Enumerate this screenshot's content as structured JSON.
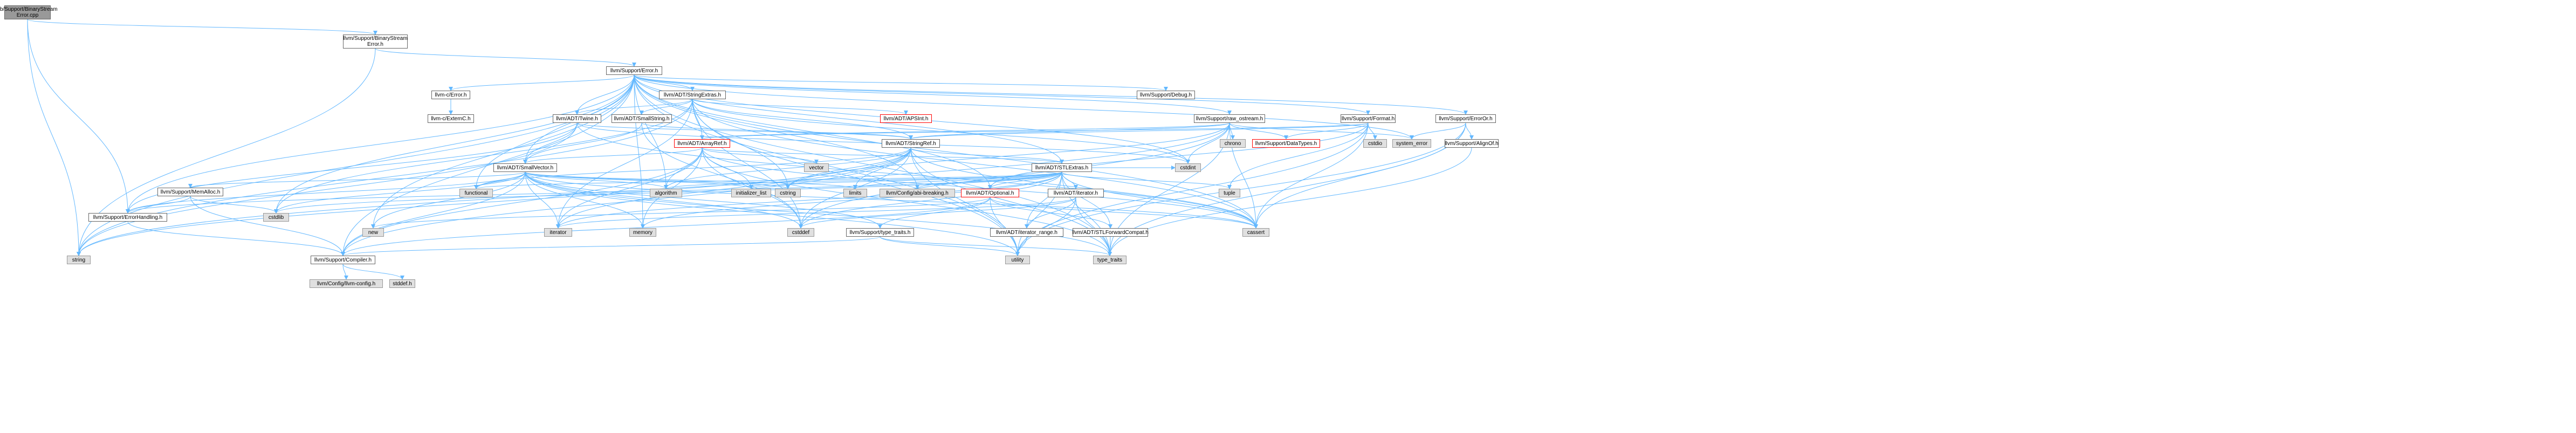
{
  "title": "lib/Support/BinaryStreamError.cpp include dependency graph",
  "colors": {
    "edge": "#63b8ff",
    "root_fill": "#999999",
    "system_fill": "#e0e0e0",
    "file_fill": "#ffffff",
    "warning_border": "#ff0000"
  },
  "nodes": {
    "root": "lib/Support/BinaryStream\nError.cpp",
    "bse_h": "llvm/Support/BinaryStream\nError.h",
    "error_h": "llvm/Support/Error.h",
    "c_error": "llvm-c/Error.h",
    "c_externc": "llvm-c/ExternC.h",
    "stringextras": "llvm/ADT/StringExtras.h",
    "apsint": "llvm/ADT/APSInt.h",
    "twine": "llvm/ADT/Twine.h",
    "smallstring": "llvm/ADT/SmallString.h",
    "arrayref": "llvm/ADT/ArrayRef.h",
    "stringref": "llvm/ADT/StringRef.h",
    "smallvector": "llvm/ADT/SmallVector.h",
    "memalloc": "llvm/Support/MemAlloc.h",
    "errorhandling": "llvm/Support/ErrorHandling.h",
    "compiler": "llvm/Support/Compiler.h",
    "llvm_config": "llvm/Config/llvm-config.h",
    "stddef": "stddef.h",
    "string": "string",
    "cstdlib": "cstdlib",
    "new": "new",
    "algorithm": "algorithm",
    "functional": "functional",
    "initializer_list": "initializer_list",
    "iterator": "iterator",
    "memory": "memory",
    "cstring": "cstring",
    "vector": "vector",
    "cstddef": "cstddef",
    "cassert": "cassert",
    "limits": "limits",
    "abi_breaking": "llvm/Config/abi-breaking.h",
    "stlextras": "llvm/ADT/STLExtras.h",
    "optional": "llvm/ADT/Optional.h",
    "adt_iterator": "llvm/ADT/iterator.h",
    "iterator_range": "llvm/ADT/iterator_range.h",
    "stlforward": "llvm/ADT/STLForwardCompat.h",
    "type_traits_h": "llvm/Support/type_traits.h",
    "utility": "utility",
    "type_traits": "type_traits",
    "tuple": "tuple",
    "cstdint": "cstdint",
    "debug": "llvm/Support/Debug.h",
    "raw_ostream": "llvm/Support/raw_ostream.h",
    "chrono": "chrono",
    "datatypes": "llvm/Support/DataTypes.h",
    "format": "llvm/Support/Format.h",
    "cstdio": "cstdio",
    "system_error": "system_error",
    "erroror": "llvm/Support/ErrorOr.h",
    "aligno": "llvm/Support/AlignOf.h"
  }
}
